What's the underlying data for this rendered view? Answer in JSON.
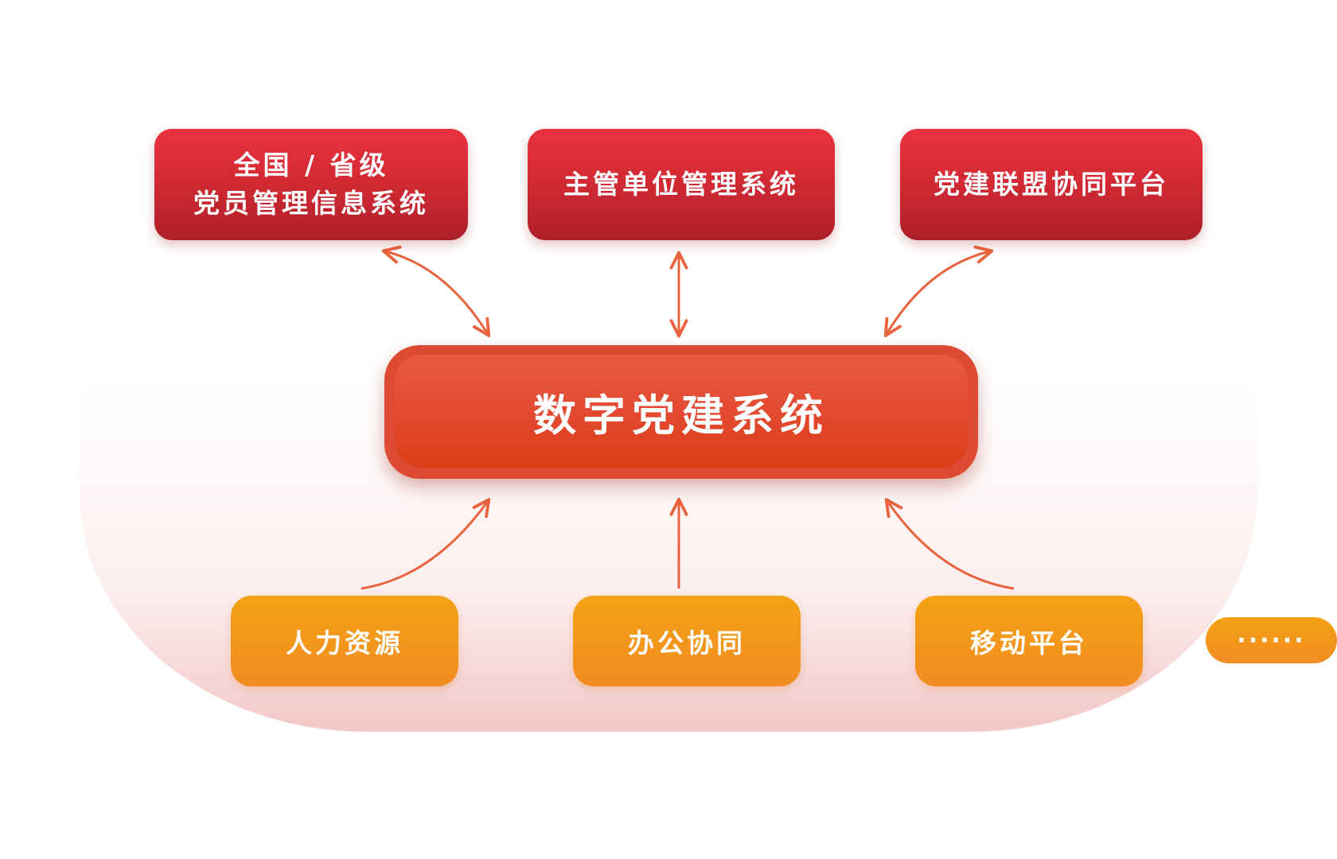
{
  "center": {
    "label": "数字党建系统"
  },
  "top_systems": [
    {
      "line1": "全国 / 省级",
      "line2": "党员管理信息系统"
    },
    {
      "line1": "主管单位管理系统",
      "line2": ""
    },
    {
      "line1": "党建联盟协同平台",
      "line2": ""
    }
  ],
  "bottom_modules": [
    {
      "label": "人力资源"
    },
    {
      "label": "办公协同"
    },
    {
      "label": "移动平台"
    }
  ],
  "more": {
    "label": "······"
  },
  "colors": {
    "top_box": "#d42a35",
    "center_box": "#e34a31",
    "bottom_box": "#f39a1c",
    "arrow": "#e8643f",
    "base_glow": "#f0c0c0"
  }
}
